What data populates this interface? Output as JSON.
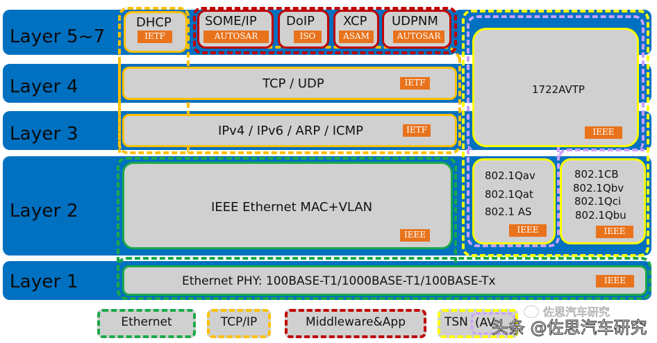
{
  "layers": [
    {
      "id": "layer-5-7",
      "label": "Layer 5~7"
    },
    {
      "id": "layer-4",
      "label": "Layer 4"
    },
    {
      "id": "layer-3",
      "label": "Layer 3"
    },
    {
      "id": "layer-2",
      "label": "Layer 2"
    },
    {
      "id": "layer-1",
      "label": "Layer 1"
    }
  ],
  "protocols": {
    "dhcp": {
      "name": "DHCP",
      "org": "IETF"
    },
    "someip": {
      "name": "SOME/IP",
      "org": "AUTOSAR"
    },
    "doip": {
      "name": "DoIP",
      "org": "ISO"
    },
    "xcp": {
      "name": "XCP",
      "org": "ASAM"
    },
    "udpnm": {
      "name": "UDPNM",
      "org": "AUTOSAR"
    },
    "tcp_udp": {
      "name": "TCP / UDP",
      "org": "IETF"
    },
    "ip": {
      "name": "IPv4 / IPv6 / ARP / ICMP",
      "org": "IETF"
    },
    "mac": {
      "name": "IEEE Ethernet MAC+VLAN",
      "org": "IEEE"
    },
    "phy": {
      "name": "Ethernet PHY: 100BASE-T1/1000BASE-T1/100BASE-Tx",
      "org": "IEEE"
    },
    "avtp": {
      "name": "1722AVTP",
      "org": "IEEE"
    },
    "avb": {
      "lines": [
        "802.1Qav",
        "802.1Qat",
        "802.1 AS"
      ],
      "org": "IEEE"
    },
    "tsn": {
      "lines": [
        "802.1CB",
        "802.1Qbv",
        "802.1Qci",
        "802.1Qbu"
      ],
      "org": "IEEE"
    }
  },
  "legend": [
    {
      "label": "Ethernet",
      "color": "#1aa84a"
    },
    {
      "label": "TCP/IP",
      "color": "#ffc000"
    },
    {
      "label": "Middleware&App",
      "color": "#c00000"
    },
    {
      "label": "TSN",
      "color": "#ffff00"
    },
    {
      "label": "AVB",
      "color": "#c9a0ff"
    }
  ],
  "legend_visible": {
    "tsn_text": "TSN",
    "avb_text": "(AV"
  },
  "colors": {
    "layer_band": "#0070c0",
    "box_fill": "#d0d0d0",
    "org_tag": "#e8731c",
    "ethernet": "#1aa84a",
    "tcpip": "#ffc000",
    "middleware": "#c00000",
    "tsn": "#ffff00",
    "avb": "#c9a0ff"
  },
  "watermark": {
    "main": "头条 @佐思汽车研究",
    "small": "佐思汽车研究"
  }
}
